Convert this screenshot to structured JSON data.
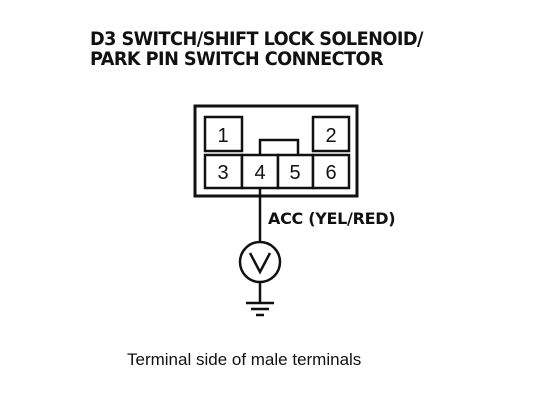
{
  "title": {
    "line1": "D3 SWITCH/SHIFT LOCK SOLENOID/",
    "line2": "PARK PIN SWITCH CONNECTOR"
  },
  "connector": {
    "terminals": [
      "1",
      "2",
      "3",
      "4",
      "5",
      "6"
    ]
  },
  "wire": {
    "label": "ACC (YEL/RED)"
  },
  "meter": {
    "symbol": "V"
  },
  "caption": "Terminal side of male terminals"
}
